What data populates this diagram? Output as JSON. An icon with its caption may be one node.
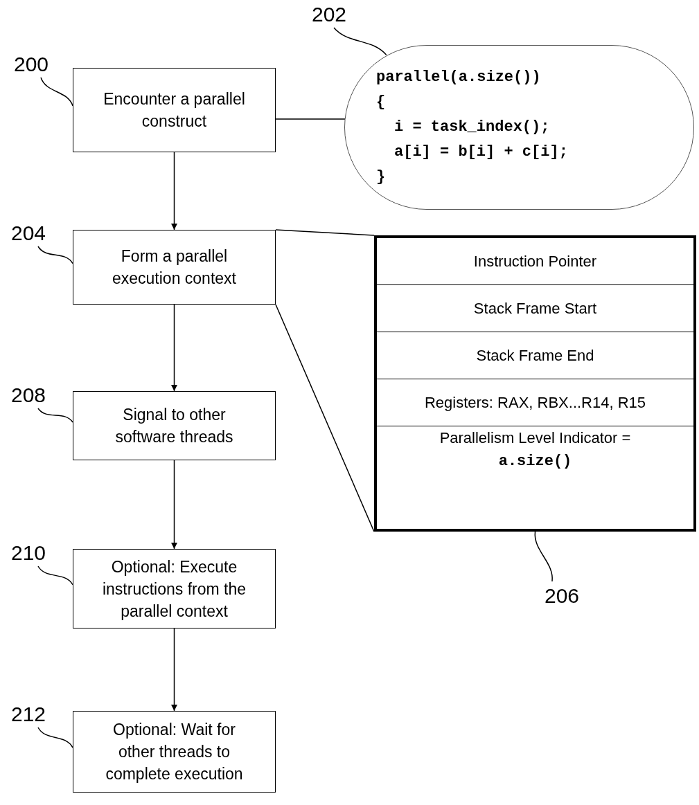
{
  "diagram": {
    "nodes": [
      {
        "text": [
          "200"
        ]
      },
      {
        "text": [
          "Encounter a parallel construct"
        ]
      },
      {
        "text": [
          "202"
        ]
      },
      {
        "text": [
          "parallel(a.size())",
          "{",
          "i = task_index();",
          "a[i] = b[i] + c[i];",
          "}"
        ]
      },
      {
        "text": [
          "204"
        ]
      },
      {
        "text": [
          "Form a parallel execution context"
        ]
      },
      {
        "text": [],
        "shape": "box"
      },
      {
        "text": [
          "Instruction Pointer"
        ],
        "in": 6
      },
      {
        "text": [
          "Stack Frame Start"
        ],
        "in": 6
      },
      {
        "text": [
          "Stack Frame End"
        ],
        "in": 6
      },
      {
        "text": [
          "Registers: RAX, RBX...R14, R15"
        ],
        "in": 6
      },
      {
        "text": [
          "Parallelism Level Indicator =",
          "a.size()"
        ],
        "in": 6
      },
      {
        "text": [
          "206"
        ]
      },
      {
        "text": [
          "208"
        ]
      },
      {
        "text": [
          "Signal to other software threads"
        ]
      },
      {
        "text": [
          "210"
        ]
      },
      {
        "text": [
          "Optional: Execute instructions from the parallel context"
        ]
      },
      {
        "text": [
          "212"
        ]
      },
      {
        "text": [
          "Optional: Wait for other threads to complete execution"
        ]
      }
    ],
    "edges": [
      {
        "from": 0,
        "to": 1,
        "arrow": "none"
      },
      {
        "from": 1,
        "to": 3,
        "arrow": "none"
      },
      {
        "from": 1,
        "to": 5,
        "arrow": "to"
      },
      {
        "from": 2,
        "to": 3,
        "arrow": "none"
      },
      {
        "from": 4,
        "to": 5,
        "arrow": "none"
      },
      {
        "from": 5,
        "to": 6,
        "arrow": "none"
      },
      {
        "from": 5,
        "to": 6,
        "arrow": "none"
      },
      {
        "from": 5,
        "to": 14,
        "arrow": "to"
      },
      {
        "from": 13,
        "to": 14,
        "arrow": "none"
      },
      {
        "from": 14,
        "to": 16,
        "arrow": "to"
      },
      {
        "from": 15,
        "to": 16,
        "arrow": "none"
      },
      {
        "from": 16,
        "to": 18,
        "arrow": "to"
      },
      {
        "from": 17,
        "to": 18,
        "arrow": "none"
      },
      {
        "from": 12,
        "to": 6,
        "arrow": "none"
      }
    ]
  }
}
